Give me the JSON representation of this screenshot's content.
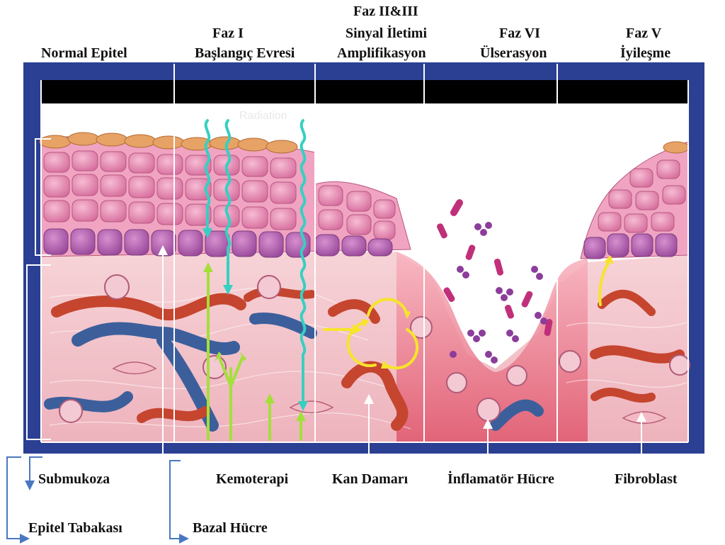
{
  "phases": [
    {
      "line1": "",
      "line2": "",
      "line3": "Normal Epitel"
    },
    {
      "line1": "",
      "line2": "Faz I",
      "line3": "Başlangıç Evresi"
    },
    {
      "line1": "Faz II&III",
      "line2": "Sinyal İletimi",
      "line3": "Amplifikasyon"
    },
    {
      "line1": "",
      "line2": "Faz VI",
      "line3": "Ülserasyon"
    },
    {
      "line1": "",
      "line2": "Faz V",
      "line3": "İyileşme"
    }
  ],
  "watermark": "Radiation",
  "labels": {
    "submukoza": "Submukoza",
    "epitel_tabakasi": "Epitel Tabakası",
    "kemoterapi": "Kemoterapi",
    "bazal_hucre": "Bazal Hücre",
    "kan_damari": "Kan Damarı",
    "inflamator_hucre": "İnflamatör Hücre",
    "fibroblast": "Fibroblast"
  },
  "colors": {
    "frame_blue": "#2b3f93",
    "header_bar": "#000000",
    "dermis_pink": "#f2c3cb",
    "cell_pink": "#eb8fb5",
    "basal_purple": "#b45fae",
    "surface_orange": "#e7a266",
    "vessel_red": "#c5452f",
    "vessel_blue": "#3c5f9c",
    "radiation_cyan": "#35d0c2",
    "arrow_green": "#a4df3a",
    "arrow_yellow": "#f7e42c",
    "bacteria_purple": "#8c3d9b",
    "bracket_blue": "#4a78c0"
  }
}
